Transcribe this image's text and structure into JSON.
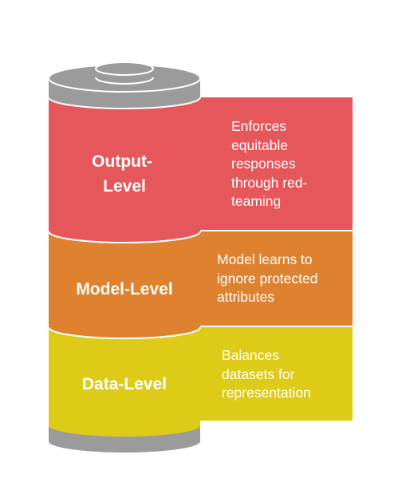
{
  "colors": {
    "output": "#E5575A",
    "model": "#DE822F",
    "data": "#DECB18",
    "cap": "#9B9B9B",
    "cap_dark": "#7A7A7A",
    "background": "#FFFFFF"
  },
  "layers": [
    {
      "id": "output",
      "label_lines": [
        "Output-",
        "Level"
      ],
      "description_lines": [
        "Enforces",
        "equitable",
        "responses",
        "through red-",
        "teaming"
      ]
    },
    {
      "id": "model",
      "label_lines": [
        "Model-Level"
      ],
      "description_lines": [
        "Model learns to",
        "ignore protected",
        "attributes"
      ]
    },
    {
      "id": "data",
      "label_lines": [
        "Data-Level"
      ],
      "description_lines": [
        "Balances",
        "datasets for",
        "representation"
      ]
    }
  ]
}
